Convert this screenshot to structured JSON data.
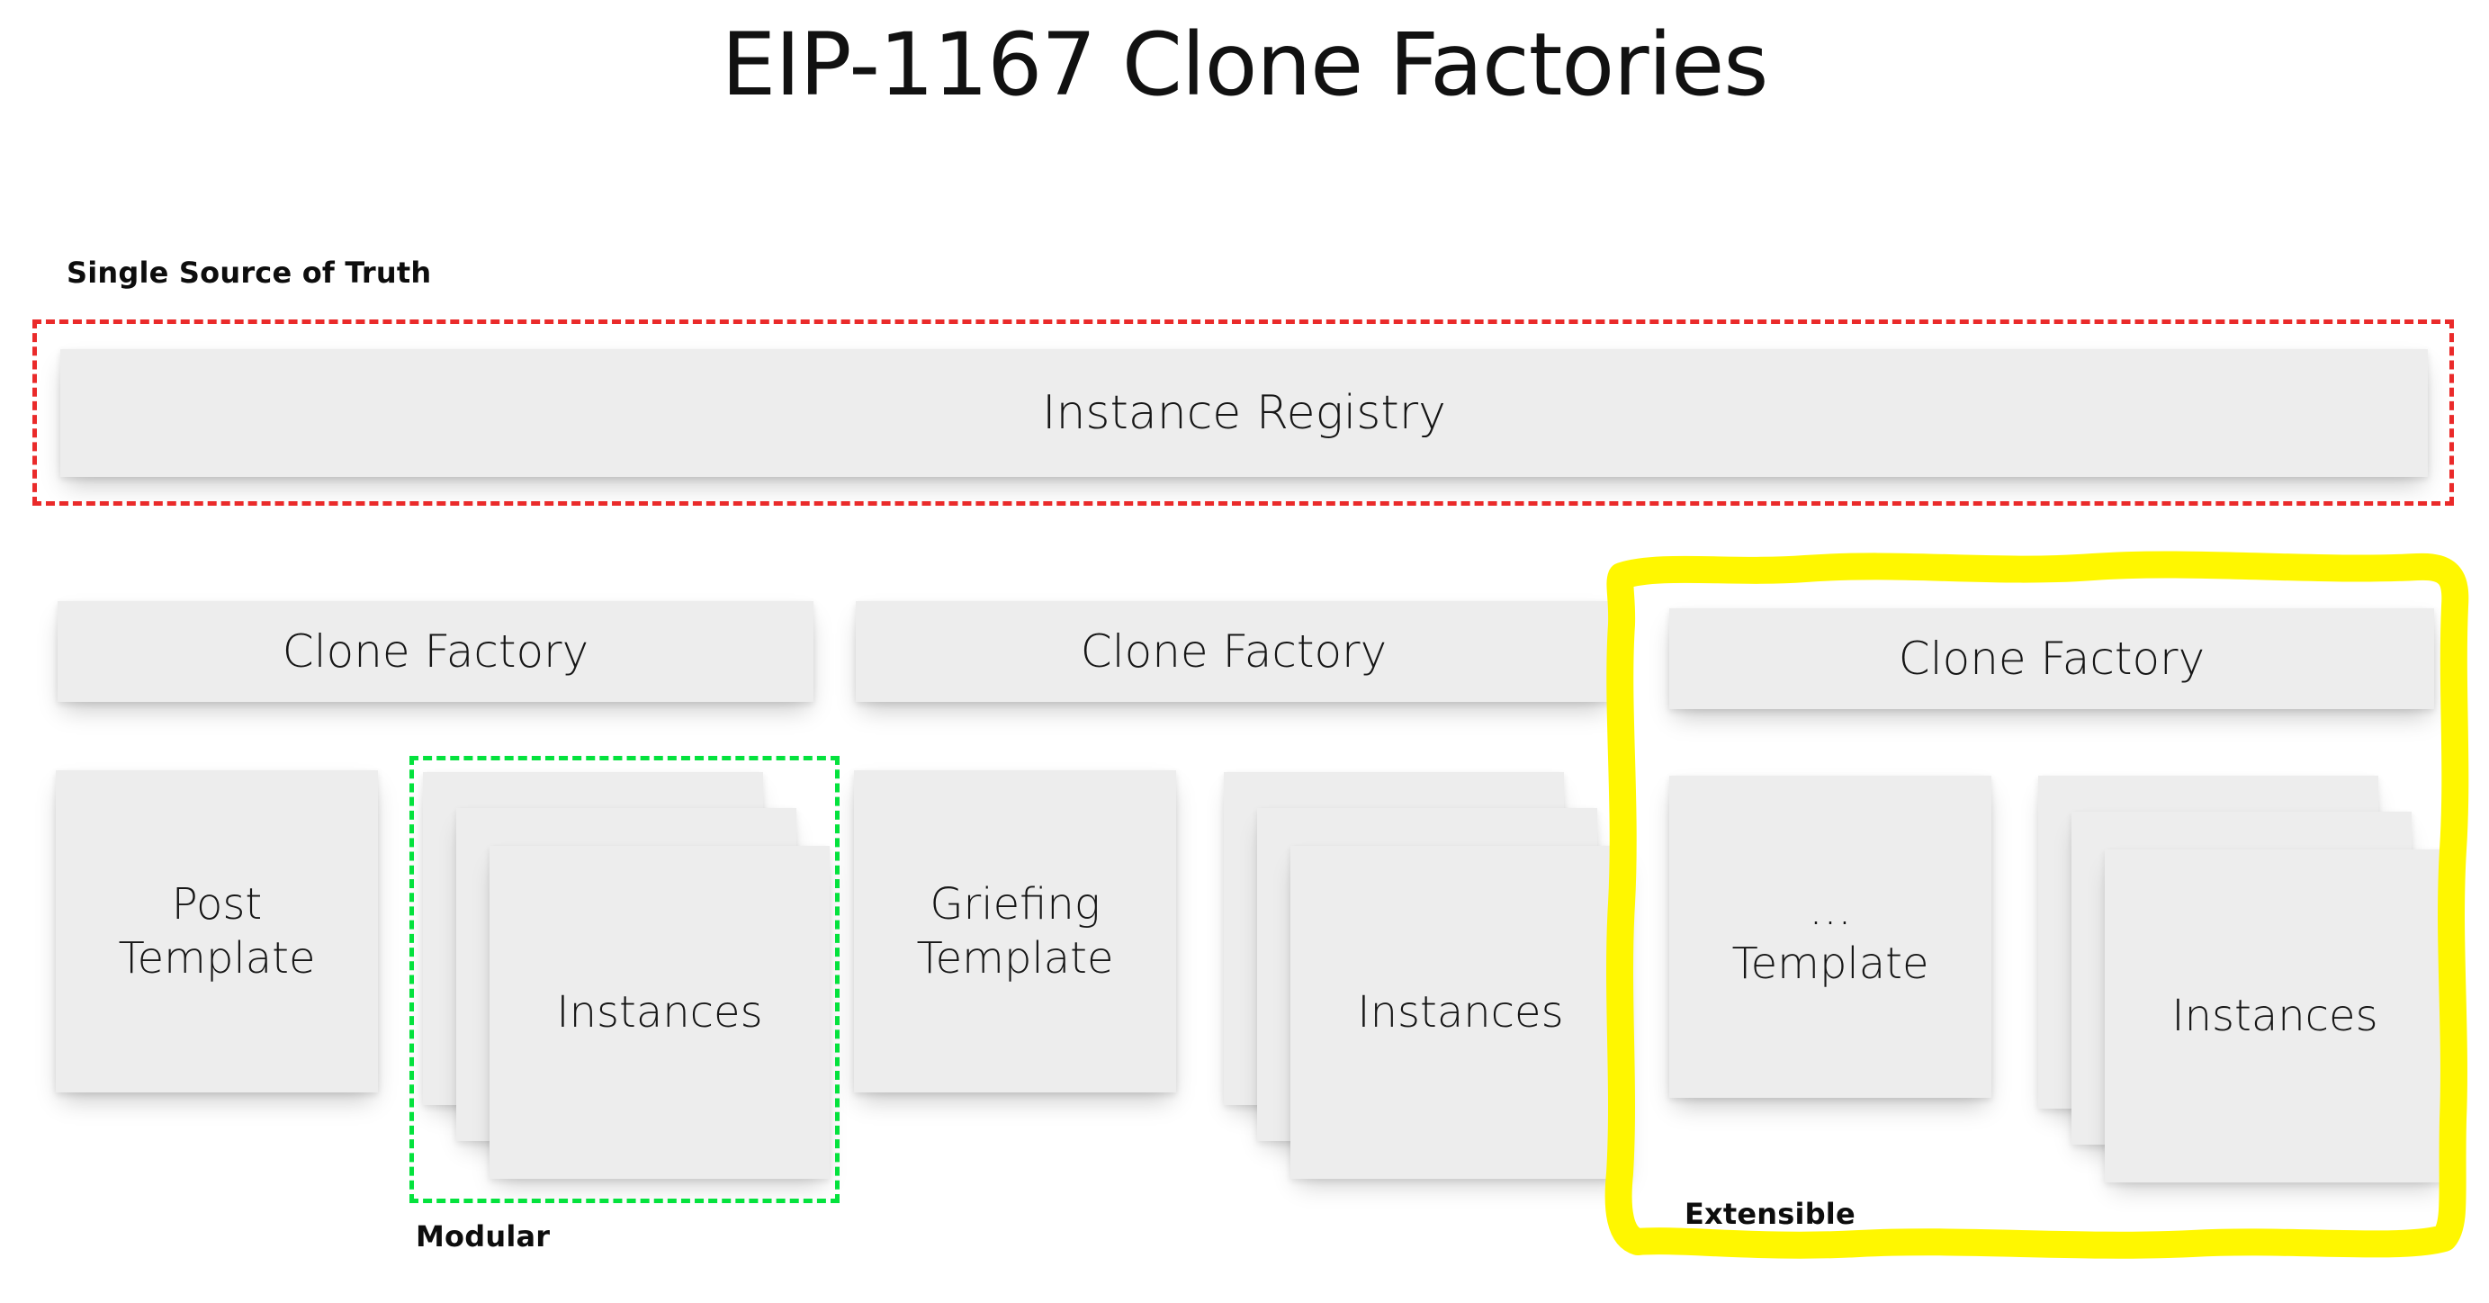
{
  "title": "EIP-1167 Clone Factories",
  "colors": {
    "red_dashed": "#ea2a2a",
    "green_dashed": "#04e23d",
    "yellow_highlight": "#fff700",
    "card_fill": "#ededed",
    "text": "#161616",
    "background": "#ffffff"
  },
  "annotations": {
    "single_source_of_truth": "Single Source of Truth",
    "modular": "Modular",
    "extensible": "Extensible"
  },
  "registry": {
    "label": "Instance Registry"
  },
  "factories": [
    {
      "header": "Clone Factory",
      "template": {
        "line1": "Post",
        "line2": "Template"
      },
      "instances": {
        "label": "Instances",
        "sheet_count": 3
      },
      "highlight": "green-dashed-modular"
    },
    {
      "header": "Clone Factory",
      "template": {
        "line1": "Griefing",
        "line2": "Template"
      },
      "instances": {
        "label": "Instances",
        "sheet_count": 3
      },
      "highlight": "none"
    },
    {
      "header": "Clone Factory",
      "template": {
        "line1": "…",
        "line2": "Template"
      },
      "instances": {
        "label": "Instances",
        "sheet_count": 3
      },
      "highlight": "yellow-marker-extensible"
    }
  ]
}
